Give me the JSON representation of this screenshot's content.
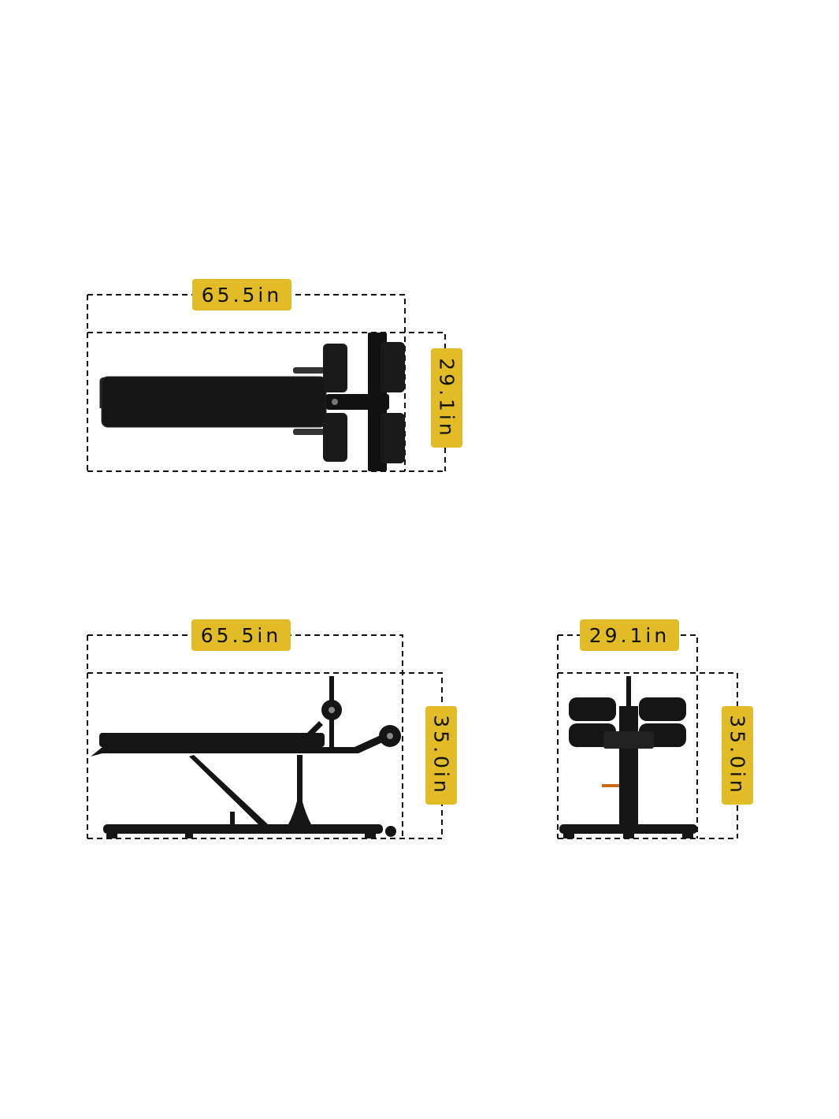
{
  "label_color": "#E2BC27",
  "views": {
    "top": {
      "length": "65.5in",
      "width": "29.1in"
    },
    "side": {
      "length": "65.5in",
      "height": "35.0in"
    },
    "front": {
      "width": "29.1in",
      "height": "35.0in"
    }
  }
}
